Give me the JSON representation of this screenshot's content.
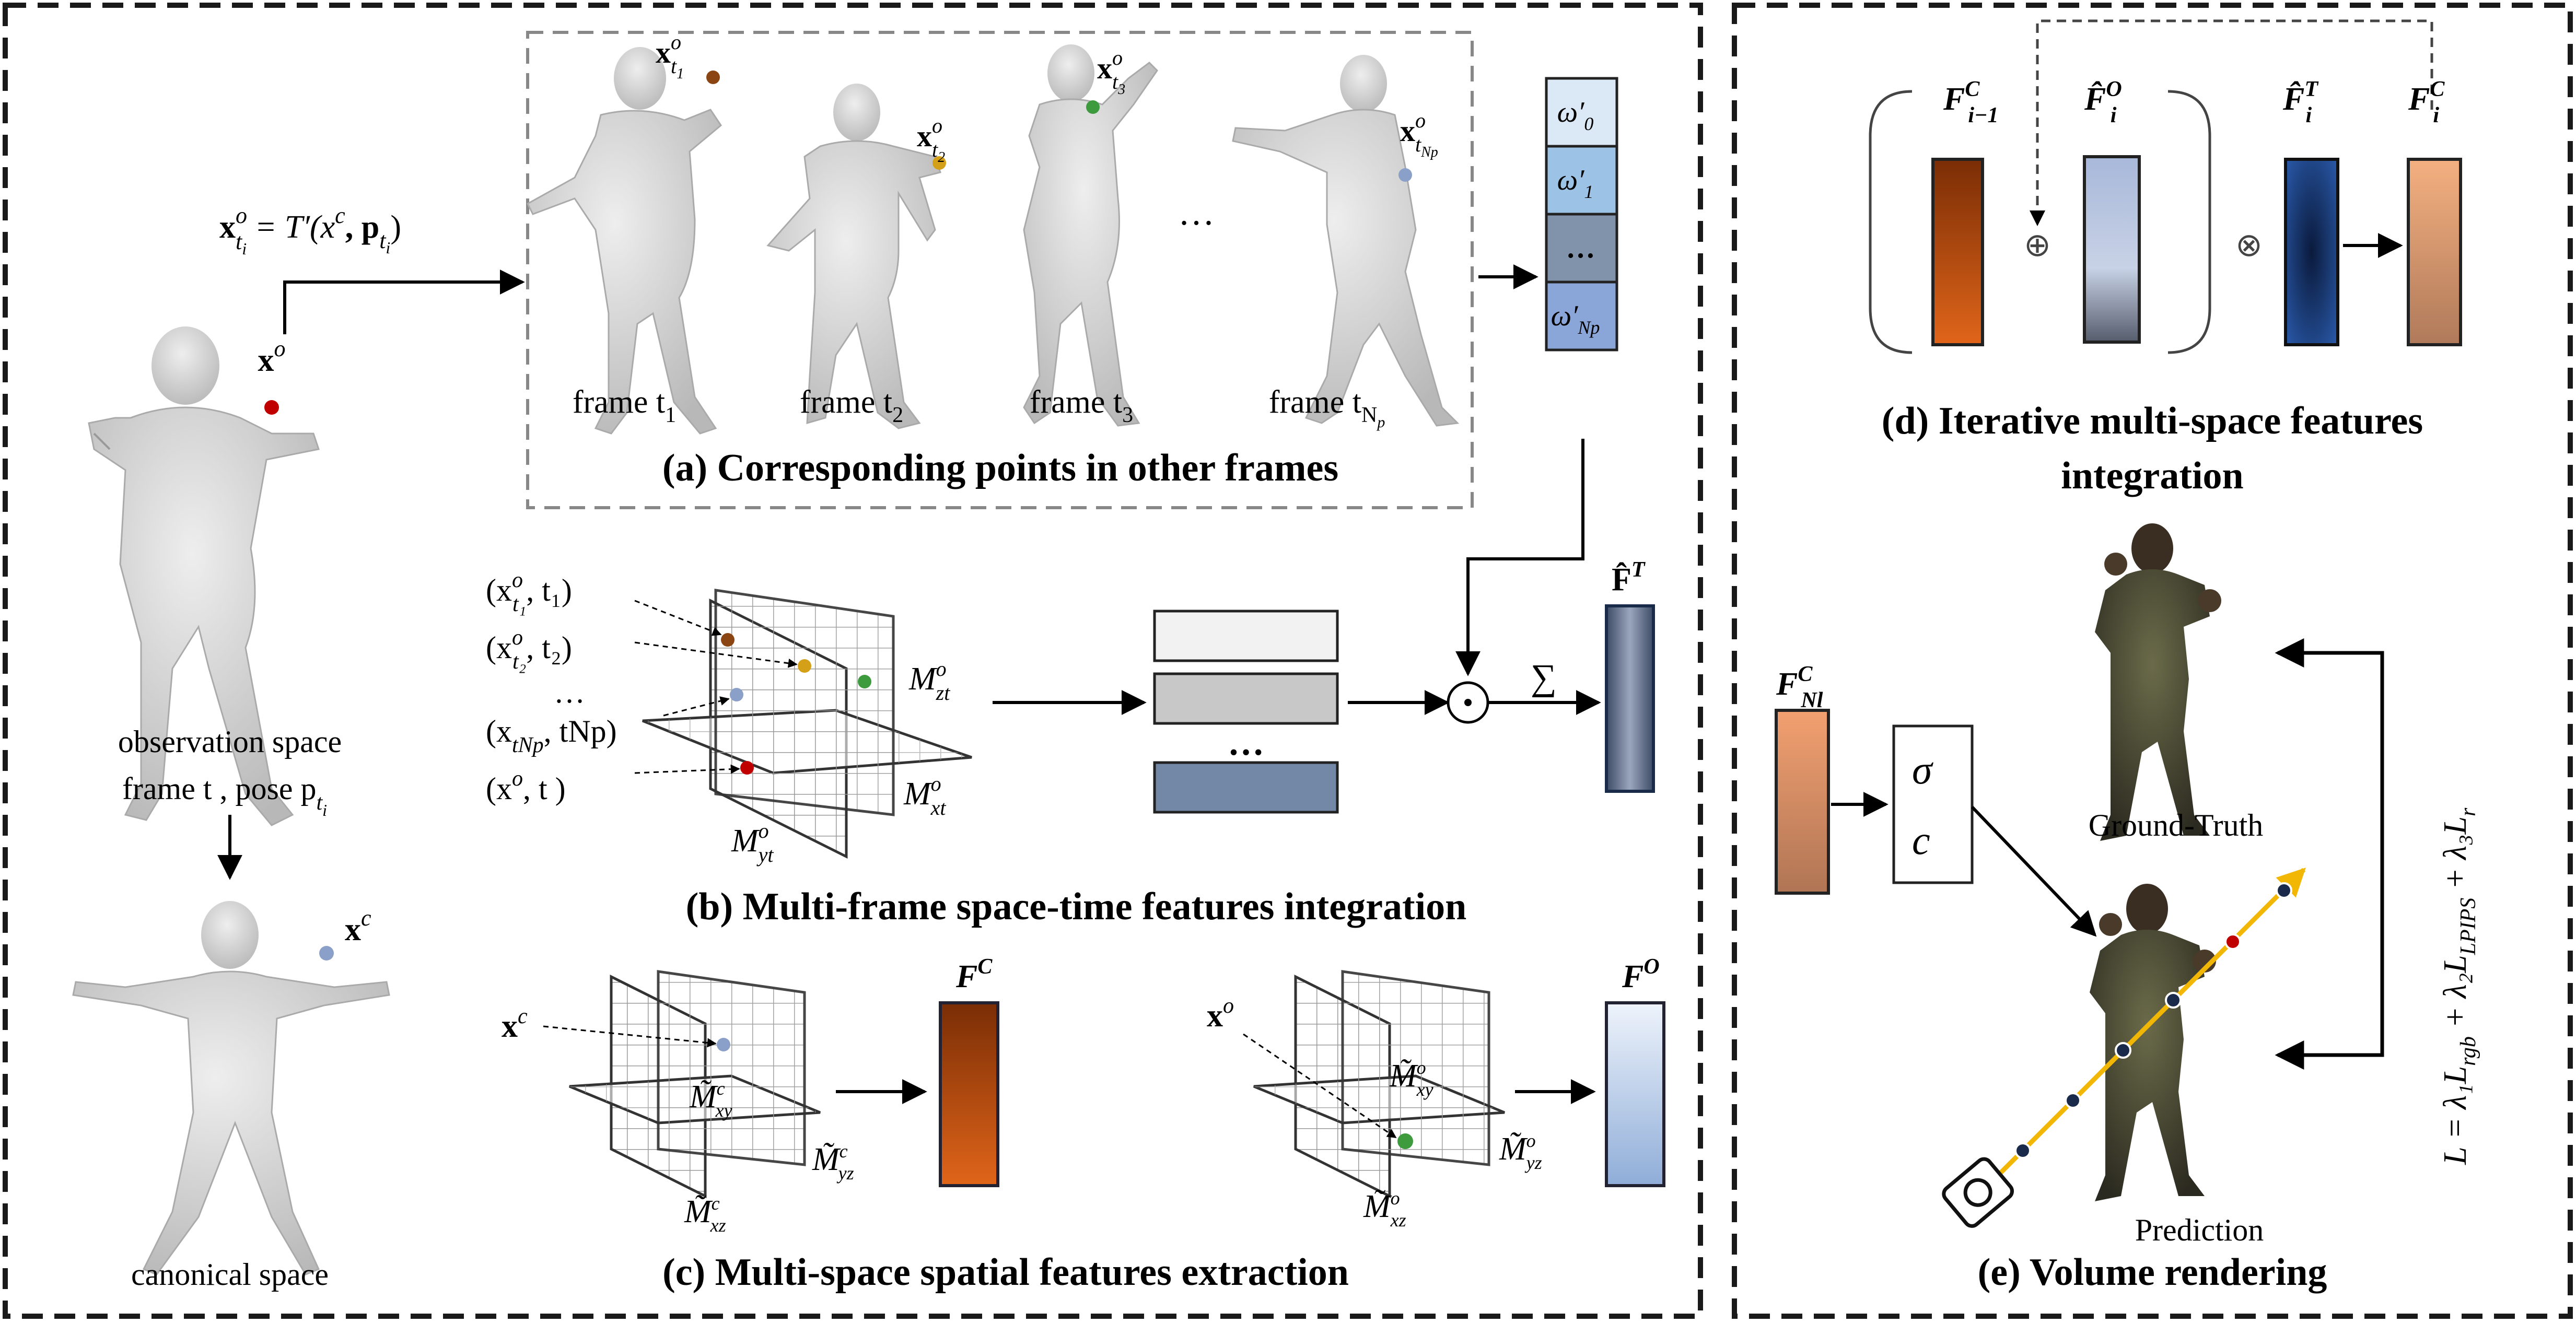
{
  "panels": {
    "a_title": "(a) Corresponding points in other frames",
    "b_title": "(b) Multi-frame space-time features integration",
    "c_title": "(c) Multi-space spatial features extraction",
    "d_title_line1": "(d) Iterative multi-space features",
    "d_title_line2": "integration",
    "e_title": "(e) Volume rendering"
  },
  "left": {
    "observation_label_line1": "observation space",
    "observation_label_line2": "frame t , pose p",
    "observation_label_sub": "t",
    "observation_label_subsub": "i",
    "canonical_label": "canonical space",
    "xo": "x",
    "xo_sup": "o",
    "xc": "x",
    "xc_sup": "c"
  },
  "frames": [
    {
      "label": "frame t",
      "sub": "1",
      "point": "x",
      "point_sup": "o",
      "point_sub": "t",
      "point_subsub": "1",
      "color": "#8b4513"
    },
    {
      "label": "frame t",
      "sub": "2",
      "point": "x",
      "point_sup": "o",
      "point_sub": "t",
      "point_subsub": "2",
      "color": "#d4a017"
    },
    {
      "label": "frame t",
      "sub": "3",
      "point": "x",
      "point_sup": "o",
      "point_sub": "t",
      "point_subsub": "3",
      "color": "#3d9a3d"
    },
    {
      "label": "frame t",
      "sub": "N",
      "subsub": "p",
      "point": "x",
      "point_sup": "o",
      "point_sub": "t",
      "point_subsub": "Np",
      "color": "#8aa0c8"
    }
  ],
  "ellipsis": "…",
  "transform_eq": "x",
  "transform_eq_sup": "o",
  "transform_eq_sub": "t",
  "transform_eq_subsub": "i",
  "transform_eq_rhs": " = T′(x",
  "transform_eq_rhs_sup": "c",
  "transform_eq_rhs_2": ", p",
  "transform_eq_rhs_sub": "t",
  "transform_eq_rhs_subsub": "i",
  "transform_eq_close": ")",
  "weights": [
    {
      "label": "ω′",
      "sub": "0",
      "color": "#dbe8f5"
    },
    {
      "label": "ω′",
      "sub": "1",
      "color": "#9cc3e6"
    },
    {
      "label": "…",
      "sub": "",
      "color": "#8193ab"
    },
    {
      "label": "ω′",
      "sub": "Np",
      "color": "#8aa6d8"
    }
  ],
  "b": {
    "points": [
      {
        "label": "(x",
        "sup": "o",
        "sub": "t₁",
        "tail": ", t₁)"
      },
      {
        "label": "(x",
        "sup": "o",
        "sub": "t₂",
        "tail": ", t₂)"
      },
      {
        "label": "…",
        "sup": "",
        "sub": "",
        "tail": ""
      },
      {
        "label": "(x",
        "sup": "",
        "sub": "tNp",
        "tail": ", tNp)"
      },
      {
        "label": "(x",
        "sup": "o",
        "sub": "",
        "tail": ", t )"
      }
    ],
    "planes": {
      "zt": "M",
      "zt_sup": "o",
      "zt_sub": "zt",
      "xt": "M",
      "xt_sup": "o",
      "xt_sub": "xt",
      "yt": "M",
      "yt_sup": "o",
      "yt_sub": "yt"
    },
    "feature_label": "F̂",
    "feature_sup": "T",
    "dot_symbol": "⊙",
    "sum_symbol": "∑",
    "stack_dots": "…"
  },
  "c": {
    "left_point": "x",
    "left_point_sup": "c",
    "left_planes": {
      "xy": "M̃",
      "xy_sup": "c",
      "xy_sub": "xy",
      "yz": "M̃",
      "yz_sup": "c",
      "yz_sub": "yz",
      "xz": "M̃",
      "xz_sup": "c",
      "xz_sub": "xz"
    },
    "left_feature": "F",
    "left_feature_sup": "C",
    "right_point": "x",
    "right_point_sup": "o",
    "right_planes": {
      "xy": "M̃",
      "xy_sup": "o",
      "xy_sub": "xy",
      "yz": "M̃",
      "yz_sup": "o",
      "yz_sub": "yz",
      "xz": "M̃",
      "xz_sup": "o",
      "xz_sub": "xz"
    },
    "right_feature": "F",
    "right_feature_sup": "O"
  },
  "d": {
    "f_prev": "F",
    "f_prev_sup": "C",
    "f_prev_sub": "i−1",
    "f_o": "F̂",
    "f_o_sup": "O",
    "f_o_sub": "i",
    "f_t": "F̂",
    "f_t_sup": "T",
    "f_t_sub": "i",
    "f_c": "F",
    "f_c_sup": "C",
    "f_c_sub": "i",
    "oplus": "⊕",
    "otimes": "⊗"
  },
  "e": {
    "f_label": "F",
    "f_sup": "C",
    "f_sub": "Nl",
    "sigma": "σ",
    "c": "c",
    "gt_label": "Ground-Truth",
    "pred_label": "Prediction",
    "loss": "L = λ₁L",
    "loss_rgb": "rgb",
    "loss_2": " + λ₂L",
    "loss_lpips": "LPIPS",
    "loss_3": " + λ₃L",
    "loss_r": "r"
  },
  "colors": {
    "dashed_border": "#1a1a1a",
    "inner_dashed": "#888888",
    "orange_grad_top": "#8a3305",
    "orange_grad_bot": "#e06a1a",
    "blue_dark": "#1a3a7a",
    "blue_light": "#cfd9ef",
    "peach": "#e8a67a",
    "yellow_ray": "#f2b705"
  }
}
